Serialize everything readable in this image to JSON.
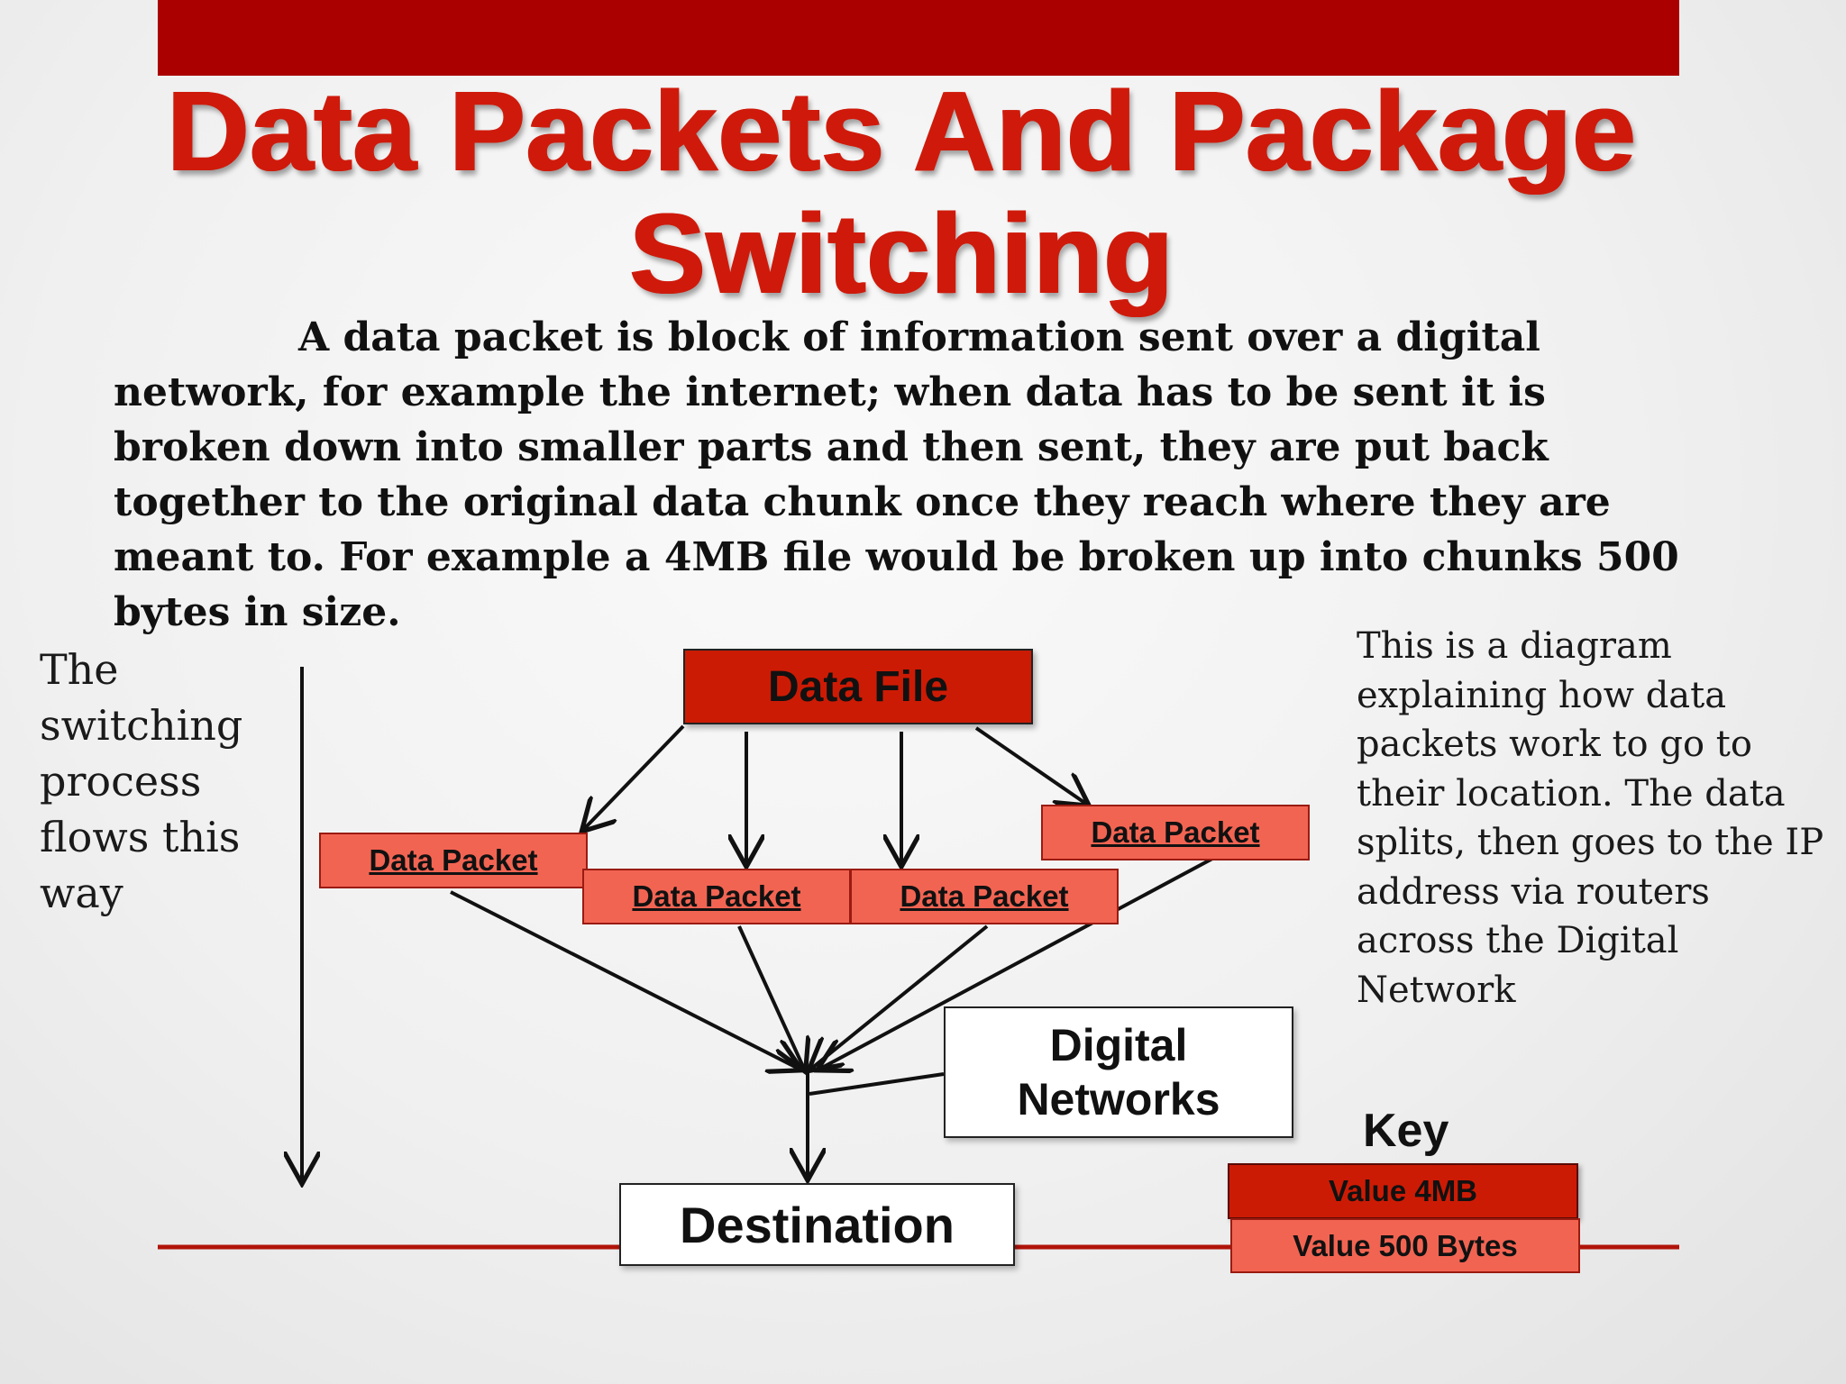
{
  "title": "Data Packets And Package Switching",
  "intro": "A data packet is block of information sent over a digital network, for example the internet; when data has to be sent it is broken down into smaller parts and then sent, they are put back together to the original data chunk once they reach where they are meant to. For example a 4MB file would be broken up into chunks 500 bytes in size.",
  "flow_note": "The switching process flows this way",
  "diagram_note": "This is a diagram explaining how data packets work to go to their location. The data splits, then goes to the IP address via  routers across the Digital Network",
  "diagram": {
    "data_file": "Data File",
    "packets": [
      "Data Packet",
      "Data Packet",
      "Data Packet",
      "Data Packet"
    ],
    "networks": "Digital Networks",
    "destination": "Destination"
  },
  "key": {
    "title": "Key",
    "items": [
      "Value 4MB",
      "Value 500 Bytes"
    ]
  },
  "colors": {
    "banner": "#aa0000",
    "title": "#cf1a0b",
    "data_file": "#cc1b05",
    "packet": "#f26452"
  }
}
